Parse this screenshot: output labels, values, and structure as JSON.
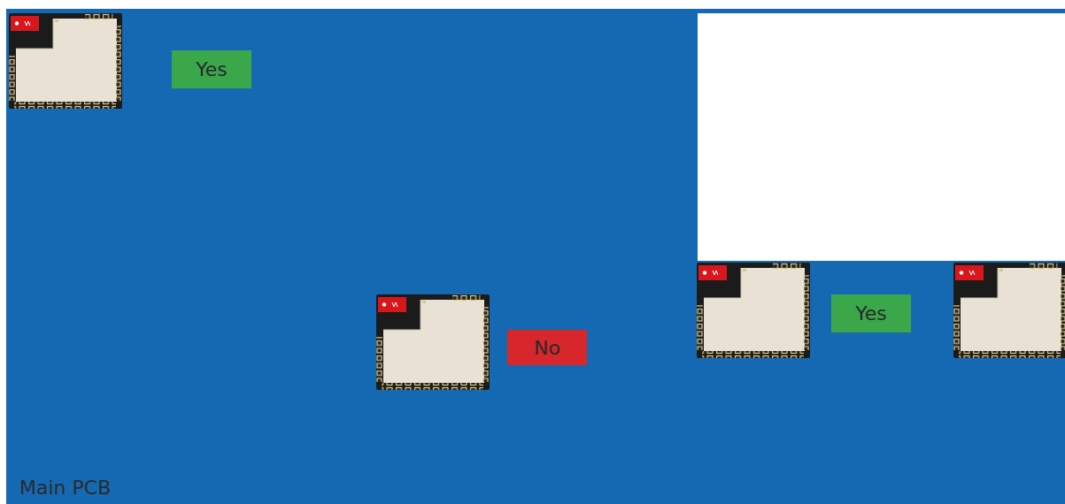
{
  "diagram": {
    "nodes": [
      {
        "text": [
          "Main PCB"
        ]
      },
      {
        "text": [
          "Yes"
        ],
        "in": 0
      },
      {
        "text": [
          "Yes"
        ],
        "in": 0
      },
      {
        "text": [
          "No"
        ],
        "in": 0
      }
    ]
  }
}
